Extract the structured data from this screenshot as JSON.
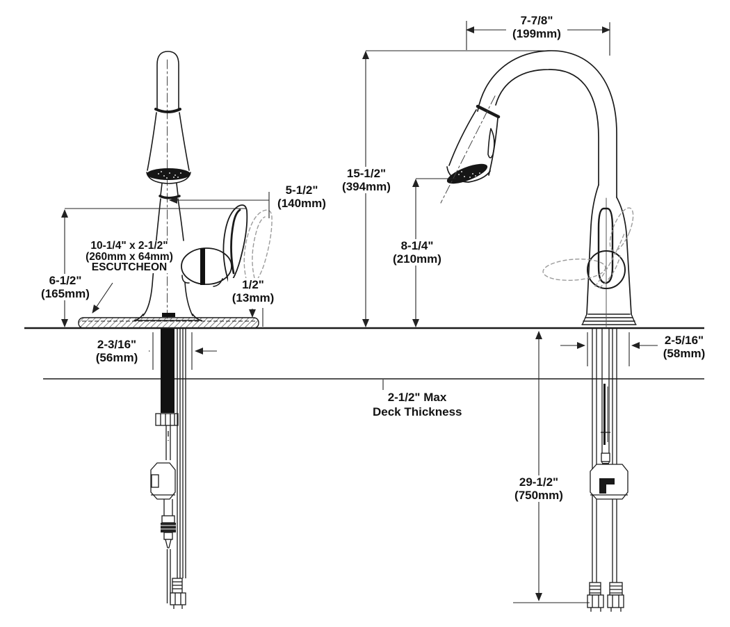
{
  "dimensions": {
    "spout_reach": {
      "line1": "7-7/8\"",
      "line2": "(199mm)"
    },
    "overall_height": {
      "line1": "15-1/2\"",
      "line2": "(394mm)"
    },
    "outlet_height": {
      "line1": "8-1/4\"",
      "line2": "(210mm)"
    },
    "handle_reach": {
      "line1": "5-1/2\"",
      "line2": "(140mm)"
    },
    "escutcheon": {
      "line1": "10-1/4\" x 2-1/2\"",
      "line2": "(260mm x 64mm)",
      "line3": "ESCUTCHEON"
    },
    "handle_height": {
      "line1": "6-1/2\"",
      "line2": "(165mm)"
    },
    "escutcheon_thickness": {
      "line1": "1/2\"",
      "line2": "(13mm)"
    },
    "shank_clearance": {
      "line1": "2-3/16\"",
      "line2": "(56mm)"
    },
    "deck_thickness": {
      "line1": "2-1/2\" Max",
      "line2": "Deck Thickness"
    },
    "base_rear_clearance": {
      "line1": "2-5/16\"",
      "line2": "(58mm)"
    },
    "supply_length": {
      "line1": "29-1/2\"",
      "line2": "(750mm)"
    }
  },
  "colors": {
    "line": "#1a1a1a",
    "dimension_line": "#222222",
    "ghost": "#9b9b9b",
    "fill_dark": "#161616",
    "background": "#ffffff"
  }
}
